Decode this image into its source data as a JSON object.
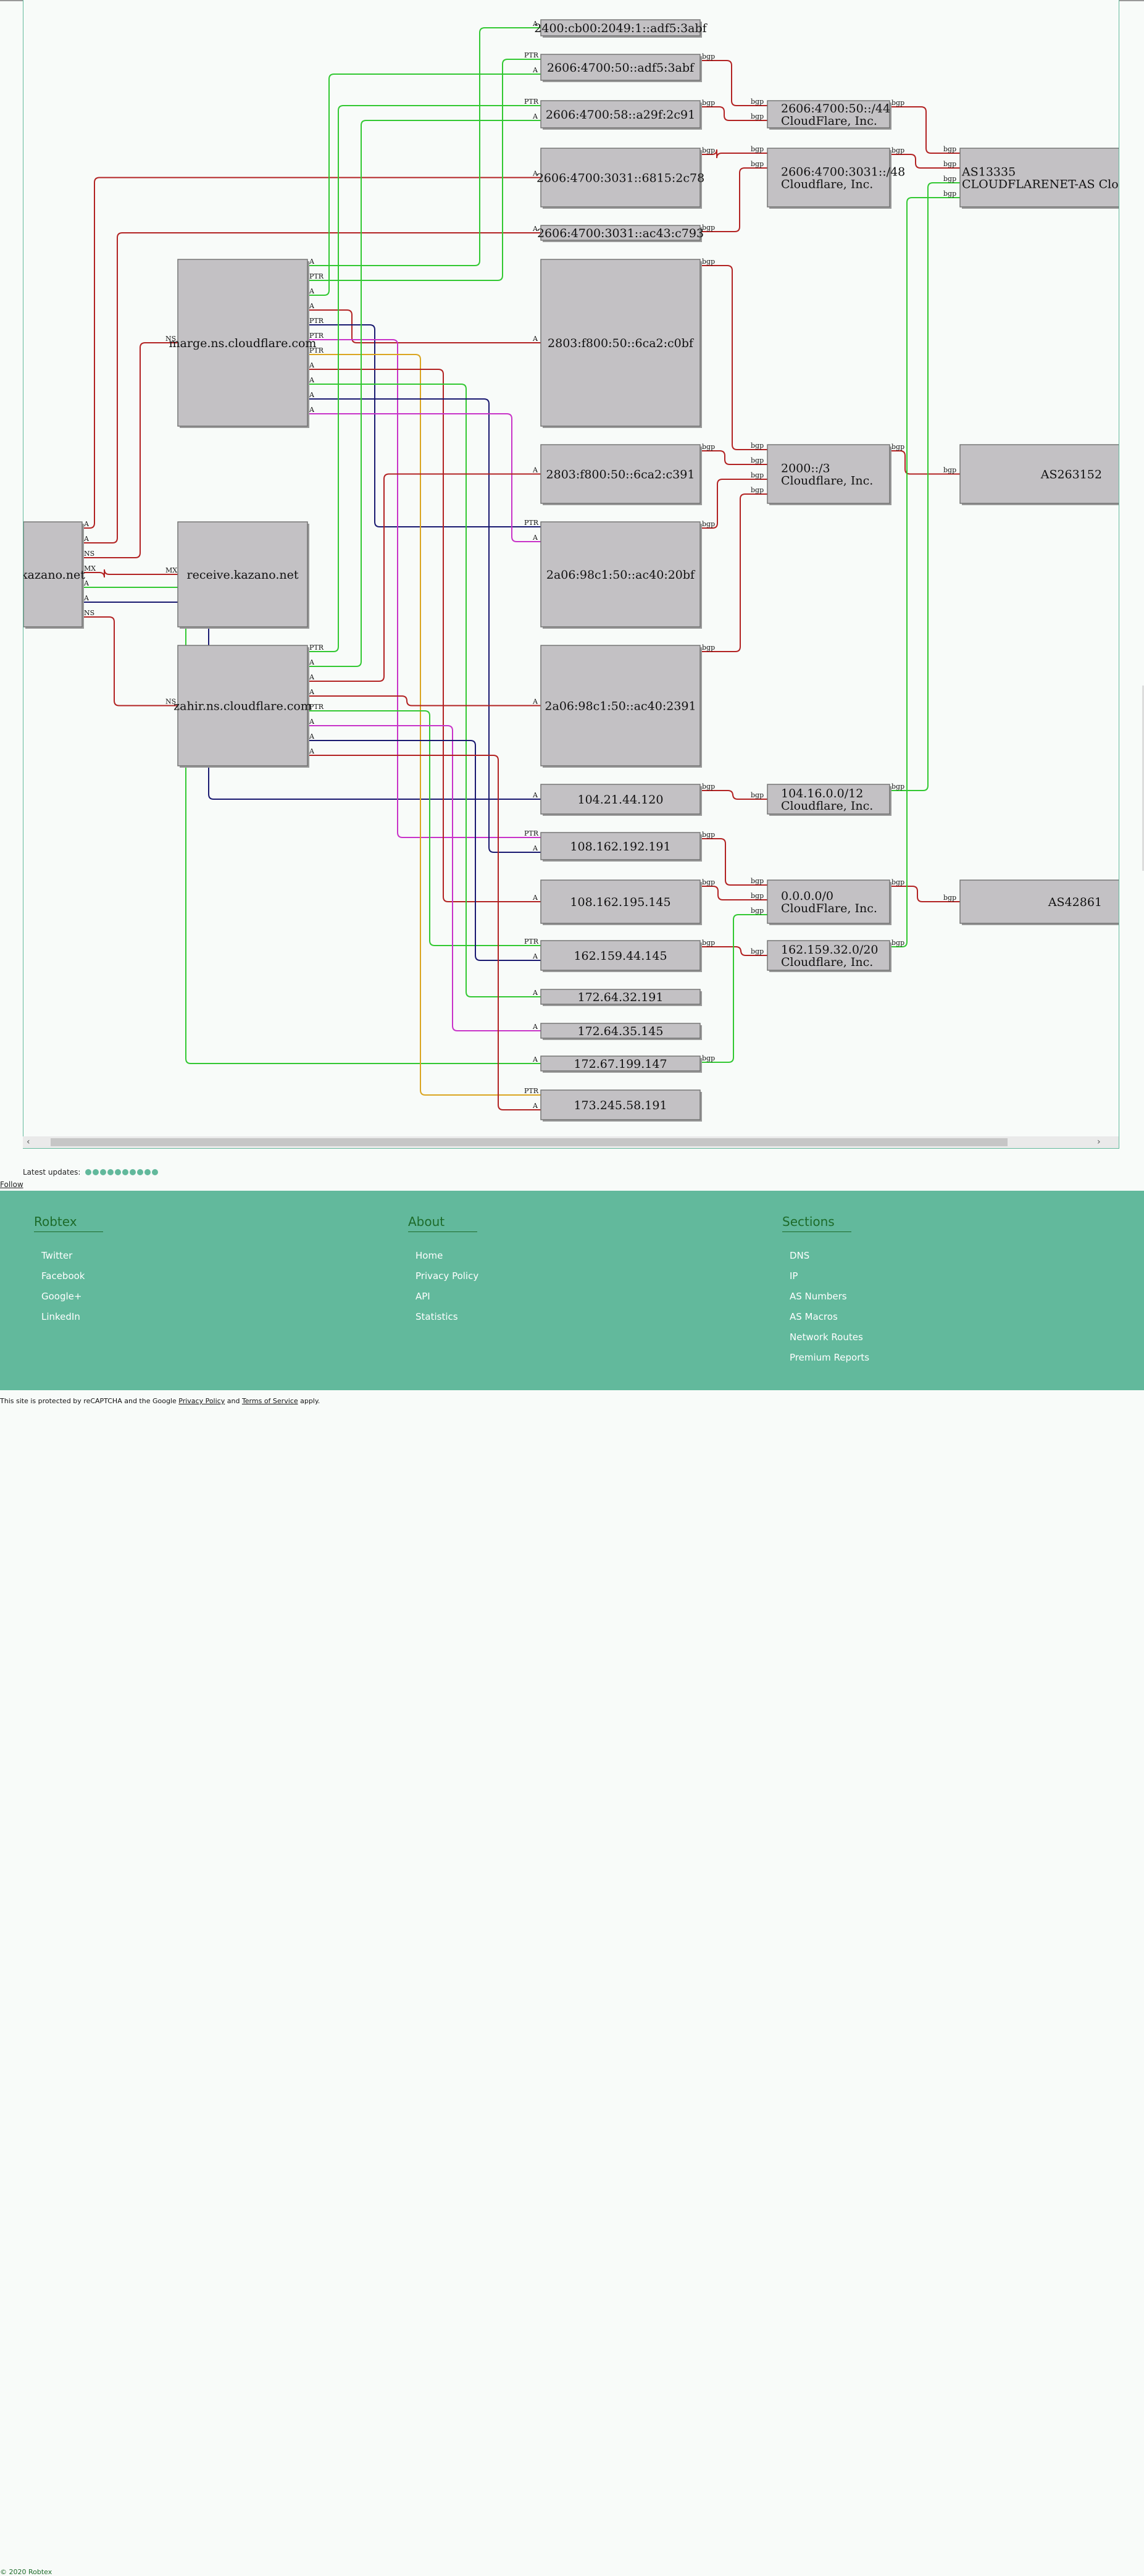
{
  "graph": {
    "nodes": [
      {
        "id": "kazano",
        "lines": [
          "kazano.net"
        ]
      },
      {
        "id": "receive",
        "lines": [
          "receive.kazano.net"
        ]
      },
      {
        "id": "marge",
        "lines": [
          "marge.ns.cloudflare.com"
        ]
      },
      {
        "id": "zahir",
        "lines": [
          "zahir.ns.cloudflare.com"
        ]
      },
      {
        "id": "ip6a",
        "lines": [
          "2400:cb00:2049:1::adf5:3abf"
        ]
      },
      {
        "id": "ip6b",
        "lines": [
          "2606:4700:50::adf5:3abf"
        ]
      },
      {
        "id": "ip6c",
        "lines": [
          "2606:4700:58::a29f:2c91"
        ]
      },
      {
        "id": "ip6d",
        "lines": [
          "2606:4700:3031::6815:2c78"
        ]
      },
      {
        "id": "ip6e",
        "lines": [
          "2606:4700:3031::ac43:c793"
        ]
      },
      {
        "id": "ip6f",
        "lines": [
          "2803:f800:50::6ca2:c0bf"
        ]
      },
      {
        "id": "ip6g",
        "lines": [
          "2803:f800:50::6ca2:c391"
        ]
      },
      {
        "id": "ip6h",
        "lines": [
          "2a06:98c1:50::ac40:20bf"
        ]
      },
      {
        "id": "ip6i",
        "lines": [
          "2a06:98c1:50::ac40:2391"
        ]
      },
      {
        "id": "ip4a",
        "lines": [
          "104.21.44.120"
        ]
      },
      {
        "id": "ip4b",
        "lines": [
          "108.162.192.191"
        ]
      },
      {
        "id": "ip4c",
        "lines": [
          "108.162.195.145"
        ]
      },
      {
        "id": "ip4d",
        "lines": [
          "162.159.44.145"
        ]
      },
      {
        "id": "ip4e",
        "lines": [
          "172.64.32.191"
        ]
      },
      {
        "id": "ip4f",
        "lines": [
          "172.64.35.145"
        ]
      },
      {
        "id": "ip4g",
        "lines": [
          "172.67.199.147"
        ]
      },
      {
        "id": "ip4h",
        "lines": [
          "173.245.58.191"
        ]
      },
      {
        "id": "net1",
        "lines": [
          "2606:4700:50::/44",
          "CloudFlare, Inc."
        ]
      },
      {
        "id": "net2",
        "lines": [
          "2606:4700:3031::/48",
          "Cloudflare, Inc."
        ]
      },
      {
        "id": "net3",
        "lines": [
          "2000::/3",
          "Cloudflare, Inc."
        ]
      },
      {
        "id": "net4",
        "lines": [
          "104.16.0.0/12",
          "Cloudflare, Inc."
        ]
      },
      {
        "id": "net5",
        "lines": [
          "0.0.0.0/0",
          "CloudFlare, Inc."
        ]
      },
      {
        "id": "net6",
        "lines": [
          "162.159.32.0/20",
          "Cloudflare, Inc."
        ]
      },
      {
        "id": "as1",
        "lines": [
          "AS13335",
          "CLOUDFLARENET-AS Clou"
        ]
      },
      {
        "id": "as2",
        "lines": [
          "AS263152"
        ]
      },
      {
        "id": "as3",
        "lines": [
          "AS42861"
        ]
      }
    ],
    "edges": [
      {
        "from": "kazano",
        "to": "ip6d",
        "label": "A",
        "color": "#b22222"
      },
      {
        "from": "kazano",
        "to": "ip6e",
        "label": "A",
        "color": "#b22222"
      },
      {
        "from": "kazano",
        "to": "marge",
        "label": "NS",
        "color": "#b22222"
      },
      {
        "from": "kazano",
        "to": "receive",
        "label": "MX",
        "color": "#b22222"
      },
      {
        "from": "kazano",
        "to": "ip4g",
        "label": "A",
        "color": "#32c832"
      },
      {
        "from": "kazano",
        "to": "ip4a",
        "label": "A",
        "color": "#191970"
      },
      {
        "from": "kazano",
        "to": "zahir",
        "label": "NS",
        "color": "#b22222"
      },
      {
        "from": "marge",
        "to": "ip6a",
        "label": "A",
        "color": "#32c832"
      },
      {
        "from": "marge",
        "to": "ip6b",
        "label": "PTR",
        "color": "#32c832"
      },
      {
        "from": "marge",
        "to": "ip6b",
        "label": "A",
        "color": "#32c832"
      },
      {
        "from": "marge",
        "to": "ip6f",
        "label": "A",
        "color": "#b22222"
      },
      {
        "from": "marge",
        "to": "ip6h",
        "label": "PTR",
        "color": "#191970"
      },
      {
        "from": "marge",
        "to": "ip4b",
        "label": "PTR",
        "color": "#c832c8"
      },
      {
        "from": "marge",
        "to": "ip4h",
        "label": "PTR",
        "color": "#daa520"
      },
      {
        "from": "marge",
        "to": "ip4c",
        "label": "A",
        "color": "#b22222"
      },
      {
        "from": "marge",
        "to": "ip4e",
        "label": "A",
        "color": "#32c832"
      },
      {
        "from": "marge",
        "to": "ip4b",
        "label": "A",
        "color": "#191970"
      },
      {
        "from": "marge",
        "to": "ip6h",
        "label": "A",
        "color": "#c832c8"
      },
      {
        "from": "zahir",
        "to": "ip6c",
        "label": "PTR",
        "color": "#32c832"
      },
      {
        "from": "zahir",
        "to": "ip6c",
        "label": "A",
        "color": "#32c832"
      },
      {
        "from": "zahir",
        "to": "ip6g",
        "label": "A",
        "color": "#b22222"
      },
      {
        "from": "zahir",
        "to": "ip6i",
        "label": "A",
        "color": "#b22222"
      },
      {
        "from": "zahir",
        "to": "ip4d",
        "label": "PTR",
        "color": "#32c832"
      },
      {
        "from": "zahir",
        "to": "ip4f",
        "label": "A",
        "color": "#c832c8"
      },
      {
        "from": "zahir",
        "to": "ip4d",
        "label": "A",
        "color": "#191970"
      },
      {
        "from": "zahir",
        "to": "ip4h",
        "label": "A",
        "color": "#b22222"
      },
      {
        "from": "ip6b",
        "to": "net1",
        "label": "bgp",
        "color": "#b22222"
      },
      {
        "from": "ip6c",
        "to": "net1",
        "label": "bgp",
        "color": "#b22222"
      },
      {
        "from": "ip6d",
        "to": "net2",
        "label": "bgp",
        "color": "#b22222"
      },
      {
        "from": "ip6e",
        "to": "net2",
        "label": "bgp",
        "color": "#b22222"
      },
      {
        "from": "ip6f",
        "to": "net3",
        "label": "bgp",
        "color": "#b22222"
      },
      {
        "from": "ip6g",
        "to": "net3",
        "label": "bgp",
        "color": "#b22222"
      },
      {
        "from": "ip6h",
        "to": "net3",
        "label": "bgp",
        "color": "#b22222"
      },
      {
        "from": "ip6i",
        "to": "net3",
        "label": "bgp",
        "color": "#b22222"
      },
      {
        "from": "ip4a",
        "to": "net4",
        "label": "bgp",
        "color": "#b22222"
      },
      {
        "from": "ip4b",
        "to": "net5",
        "label": "bgp",
        "color": "#b22222"
      },
      {
        "from": "ip4c",
        "to": "net5",
        "label": "bgp",
        "color": "#b22222"
      },
      {
        "from": "ip4d",
        "to": "net6",
        "label": "bgp",
        "color": "#b22222"
      },
      {
        "from": "ip4g",
        "to": "net5",
        "label": "bgp",
        "color": "#32c832"
      },
      {
        "from": "net1",
        "to": "as1",
        "label": "bgp",
        "color": "#b22222"
      },
      {
        "from": "net2",
        "to": "as1",
        "label": "bgp",
        "color": "#b22222"
      },
      {
        "from": "net3",
        "to": "as2",
        "label": "bgp",
        "color": "#b22222"
      },
      {
        "from": "net4",
        "to": "as1",
        "label": "bgp",
        "color": "#32c832"
      },
      {
        "from": "net5",
        "to": "as3",
        "label": "bgp",
        "color": "#b22222"
      },
      {
        "from": "net6",
        "to": "as1",
        "label": "bgp",
        "color": "#32c832"
      }
    ]
  },
  "updates": {
    "label": "Latest updates:",
    "count": 10
  },
  "follow": "Follow",
  "footer": {
    "columns": [
      {
        "title": "Robtex",
        "items": [
          "Twitter",
          "Facebook",
          "Google+",
          "LinkedIn"
        ]
      },
      {
        "title": "About",
        "items": [
          "Home",
          "Privacy Policy",
          "API",
          "Statistics"
        ]
      },
      {
        "title": "Sections",
        "items": [
          "DNS",
          "IP",
          "AS Numbers",
          "AS Macros",
          "Network Routes",
          "Premium Reports"
        ]
      }
    ],
    "copyright": "© 2020 Robtex",
    "recaptcha": {
      "prefix": "This site is protected by reCAPTCHA and the Google",
      "privacy": "Privacy Policy",
      "and": "and",
      "terms": "Terms of Service",
      "suffix": "apply."
    }
  },
  "colors": {
    "accent": "#62b99c",
    "red": "#b22222",
    "green": "#32c832",
    "navy": "#191970",
    "magenta": "#c832c8",
    "gold": "#daa520"
  }
}
